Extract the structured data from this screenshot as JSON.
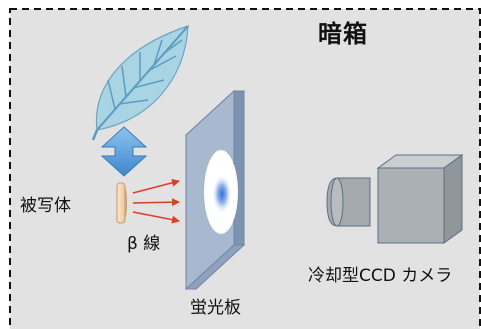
{
  "diagram": {
    "title": "暗箱",
    "labels": {
      "subject": "被写体",
      "beta_ray": "β 線",
      "screen": "蛍光板",
      "camera": "冷却型CCD カメラ"
    },
    "arrow_count": 3,
    "colors": {
      "box_fill": "#e2e2e2",
      "box_border": "#111111",
      "leaf_fill": "#a9d4e4",
      "leaf_vein": "#5c9cc0",
      "double_arrow": "#5aa2de",
      "beta_arrow": "#e03c2a",
      "sample_fill": "#f6d7b4",
      "screen_front": "#a8b9cf",
      "screen_side": "#7d93b0",
      "glow": "#2f6fe0",
      "camera_fill": "#aab0b3"
    },
    "icons": [
      "leaf-icon",
      "double-arrow-icon",
      "sample-disc-icon",
      "fluorescent-screen-icon",
      "ccd-camera-icon"
    ]
  }
}
